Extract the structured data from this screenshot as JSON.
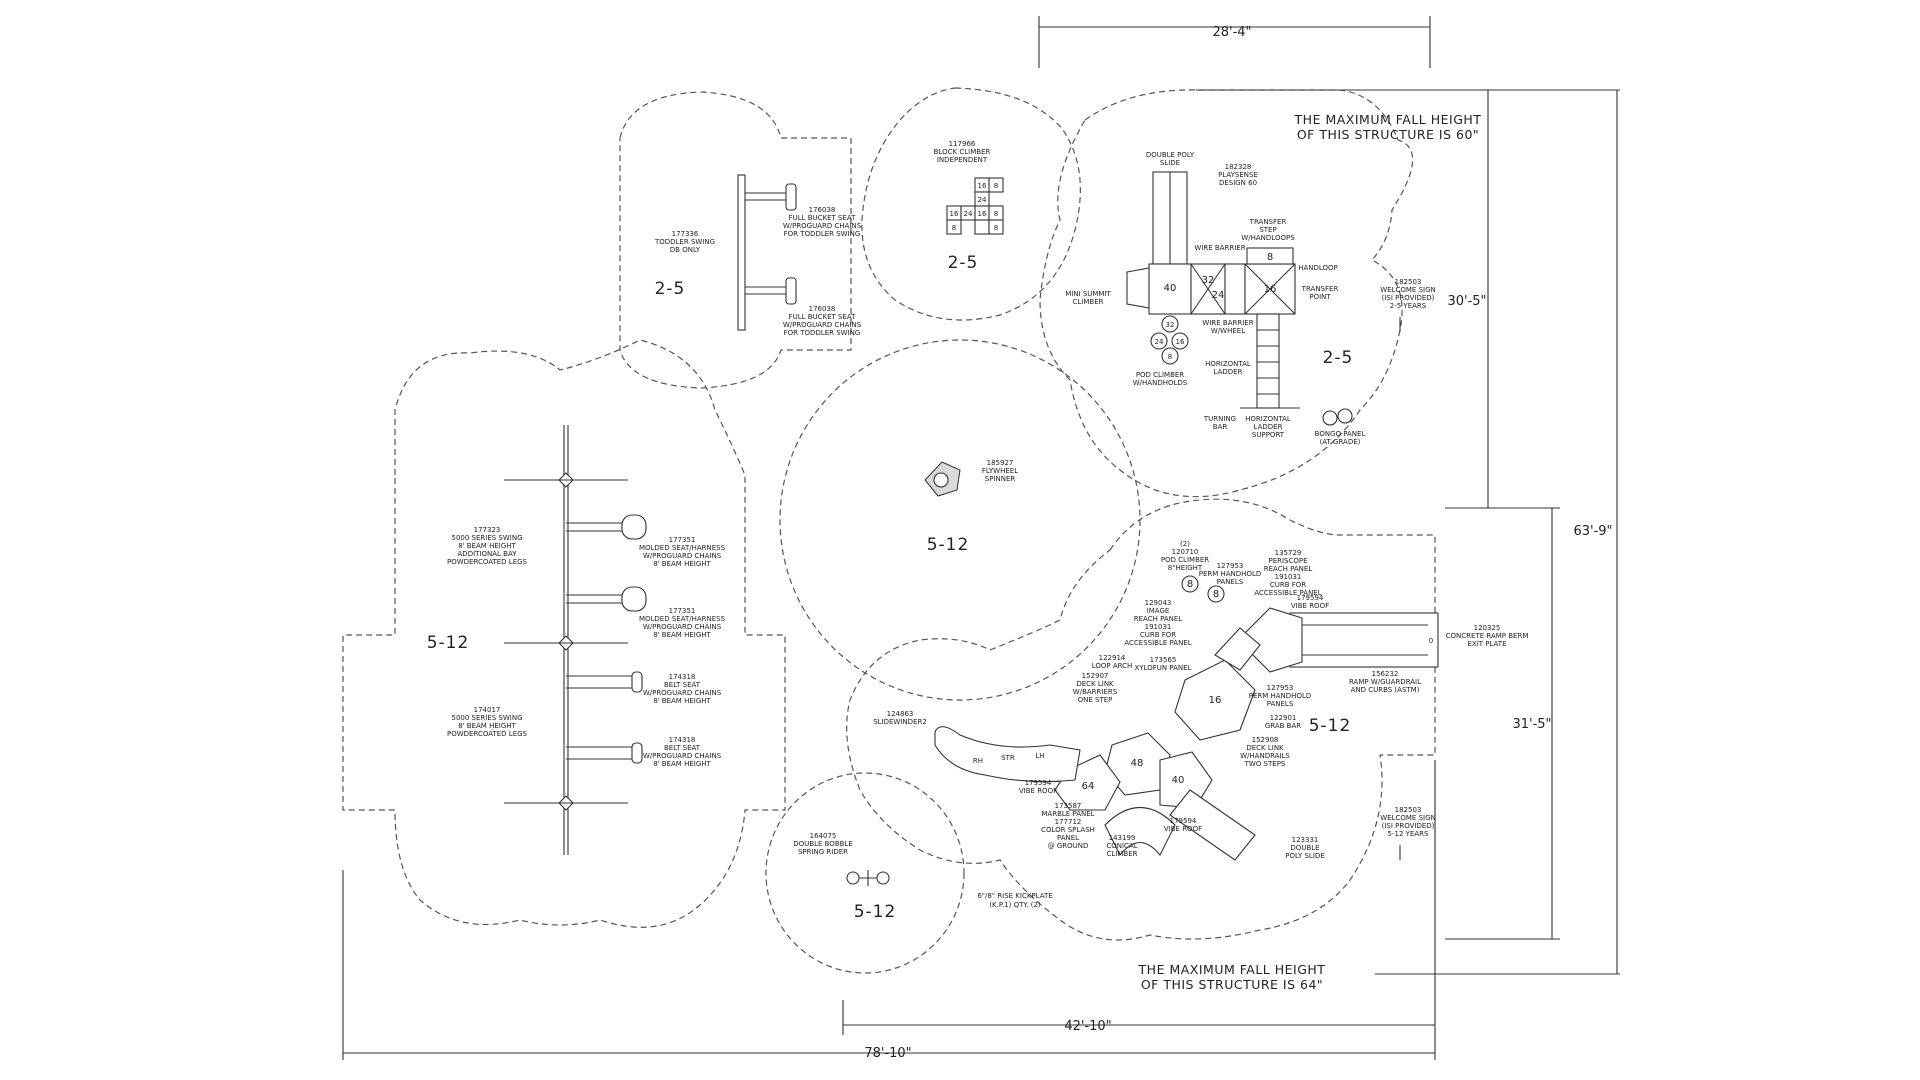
{
  "dimensions": {
    "top": "28'-4\"",
    "right_upper": "30'-5\"",
    "right_total": "63'-9\"",
    "right_lower": "31'-5\"",
    "bottom_inner": "42'-10\"",
    "bottom_total": "78'-10\""
  },
  "notes": {
    "fall_height_60": [
      "THE MAXIMUM FALL HEIGHT",
      "OF THIS STRUCTURE IS 60\""
    ],
    "fall_height_64": [
      "THE MAXIMUM FALL HEIGHT",
      "OF THIS STRUCTURE IS 64\""
    ]
  },
  "age_labels": {
    "toddler_swing": "2-5",
    "block_climber": "2-5",
    "structure_60": "2-5",
    "spinner": "5-12",
    "swing_bay": "5-12",
    "structure_64": "5-12",
    "spring_rider": "5-12"
  },
  "labels": {
    "toddler_swing": [
      "177336",
      "TODDLER SWING",
      "DB ONLY"
    ],
    "bucket_seat_1": [
      "176038",
      "FULL BUCKET SEAT",
      "W/PROGUARD CHAINS",
      "FOR TODDLER SWING"
    ],
    "bucket_seat_2": [
      "176038",
      "FULL BUCKET SEAT",
      "W/PROGUARD CHAINS",
      "FOR TODDLER SWING"
    ],
    "block_climber": [
      "117966",
      "BLOCK CLIMBER",
      "INDEPENDENT"
    ],
    "double_poly_slide_top": [
      "DOUBLE POLY",
      "SLIDE"
    ],
    "playsense": [
      "182328",
      "PLAYSENSE",
      "DESIGN 60"
    ],
    "transfer_step": [
      "TRANSFER",
      "STEP",
      "W/HANDLOOPS"
    ],
    "wire_barrier": [
      "WIRE BARRIER"
    ],
    "handloop": [
      "HANDLOOP"
    ],
    "transfer_point": [
      "TRANSFER",
      "POINT"
    ],
    "mini_summit": [
      "MINI SUMMIT",
      "CLIMBER"
    ],
    "wire_barrier_wheel": [
      "WIRE BARRIER",
      "W/WHEEL"
    ],
    "welcome_sign_top": [
      "182503",
      "WELCOME SIGN",
      "(ISI PROVIDED)",
      "2-5 YEARS"
    ],
    "horizontal_ladder": [
      "HORIZONTAL",
      "LADDER"
    ],
    "pod_climber_top": [
      "POD CLIMBER",
      "W/HANDHOLDS"
    ],
    "turning_bar": [
      "TURNING",
      "BAR"
    ],
    "ladder_support": [
      "HORIZONTAL",
      "LADDER",
      "SUPPORT"
    ],
    "bongo_panel": [
      "BONGO PANEL",
      "(AT GRADE)"
    ],
    "flywheel_spinner": [
      "185927",
      "FLYWHEEL",
      "SPINNER"
    ],
    "swing_5000_a": [
      "177323",
      "5000 SERIES SWING",
      "8' BEAM HEIGHT",
      "ADDITIONAL BAY",
      "POWDERCOATED LEGS"
    ],
    "molded_seat_1": [
      "177351",
      "MOLDED SEAT/HARNESS",
      "W/PROGUARD CHAINS",
      "8' BEAM HEIGHT"
    ],
    "molded_seat_2": [
      "177351",
      "MOLDED SEAT/HARNESS",
      "W/PROGUARD CHAINS",
      "8' BEAM HEIGHT"
    ],
    "swing_5000_b": [
      "174017",
      "5000 SERIES SWING",
      "8' BEAM HEIGHT",
      "POWDERCOATED LEGS"
    ],
    "belt_seat_1": [
      "174318",
      "BELT SEAT",
      "W/PROGUARD CHAINS",
      "8' BEAM HEIGHT"
    ],
    "belt_seat_2": [
      "174318",
      "BELT SEAT",
      "W/PROGUARD CHAINS",
      "8' BEAM HEIGHT"
    ],
    "pod_climber_bottom": [
      "(2)",
      "120710",
      "POD CLIMBER",
      "8\"HEIGHT"
    ],
    "perm_handhold_top": [
      "127953",
      "PERM HANDHOLD",
      "PANELS"
    ],
    "periscope": [
      "135729",
      "PERISCOPE",
      "REACH PANEL",
      "191031",
      "CURB FOR",
      "ACCESSIBLE PANEL"
    ],
    "vibe_roof_top": [
      "179594",
      "VIBE ROOF"
    ],
    "image_reach": [
      "129043",
      "IMAGE",
      "REACH PANEL",
      "191031",
      "CURB FOR",
      "ACCESSIBLE PANEL"
    ],
    "concrete_ramp": [
      "120325",
      "CONCRETE RAMP BERM",
      "EXIT PLATE"
    ],
    "loop_arch": [
      "122914",
      "LOOP ARCH"
    ],
    "xylofun": [
      "173565",
      "XYLOFUN PANEL"
    ],
    "ramp_guardrail": [
      "156232",
      "RAMP W/GUARDRAIL",
      "AND CURBS (ASTM)"
    ],
    "deck_link_one": [
      "152907",
      "DECK LINK",
      "W/BARRIERS",
      "ONE STEP"
    ],
    "perm_handhold_mid": [
      "127953",
      "PERM HANDHOLD",
      "PANELS"
    ],
    "grab_bar": [
      "122901",
      "GRAB BAR"
    ],
    "slidewinder": [
      "124863",
      "SLIDEWINDER2"
    ],
    "deck_link_two": [
      "152908",
      "DECK LINK",
      "W/HANDRAILS",
      "TWO STEPS"
    ],
    "vibe_roof_left": [
      "179594",
      "VIBE ROOF"
    ],
    "marble_panel": [
      "173587",
      "MARBLE PANEL",
      "177712",
      "COLOR SPLASH",
      "PANEL",
      "@ GROUND"
    ],
    "conical_climber": [
      "143199",
      "CONICAL",
      "CLIMBER"
    ],
    "vibe_roof_mid": [
      "179594",
      "VIBE ROOF"
    ],
    "double_poly_slide_bottom": [
      "123331",
      "DOUBLE",
      "POLY SLIDE"
    ],
    "welcome_sign_bottom": [
      "182503",
      "WELCOME SIGN",
      "(ISI PROVIDED)",
      "5-12 YEARS"
    ],
    "spring_rider": [
      "164075",
      "DOUBLE BOBBLE",
      "SPRING RIDER"
    ],
    "kickplate": [
      "6\"/8\" RISE KICKPLATE",
      "(K.P.1) QTY. (2)"
    ]
  },
  "deck_numbers": {
    "block": [
      "16",
      "8",
      "24",
      "16",
      "24",
      "16",
      "8",
      "8",
      "8"
    ],
    "s60_slide_deck": "40",
    "s60_barrier_deck": "32",
    "s60_deck_24": "24",
    "s60_transfer": "8",
    "s60_deck_16": "16",
    "s60_pod_32": "32",
    "s60_pod_24": "24",
    "s60_pod_16": "16",
    "s60_pod_8": "8",
    "s64_pod_a": "8",
    "s64_pod_b": "8",
    "s64_deck_16": "16",
    "s64_deck_48": "48",
    "s64_deck_64": "64",
    "s64_deck_40": "40",
    "slide_rh": "RH",
    "slide_str": "STR",
    "slide_lh": "LH",
    "ramp_end": "0"
  }
}
